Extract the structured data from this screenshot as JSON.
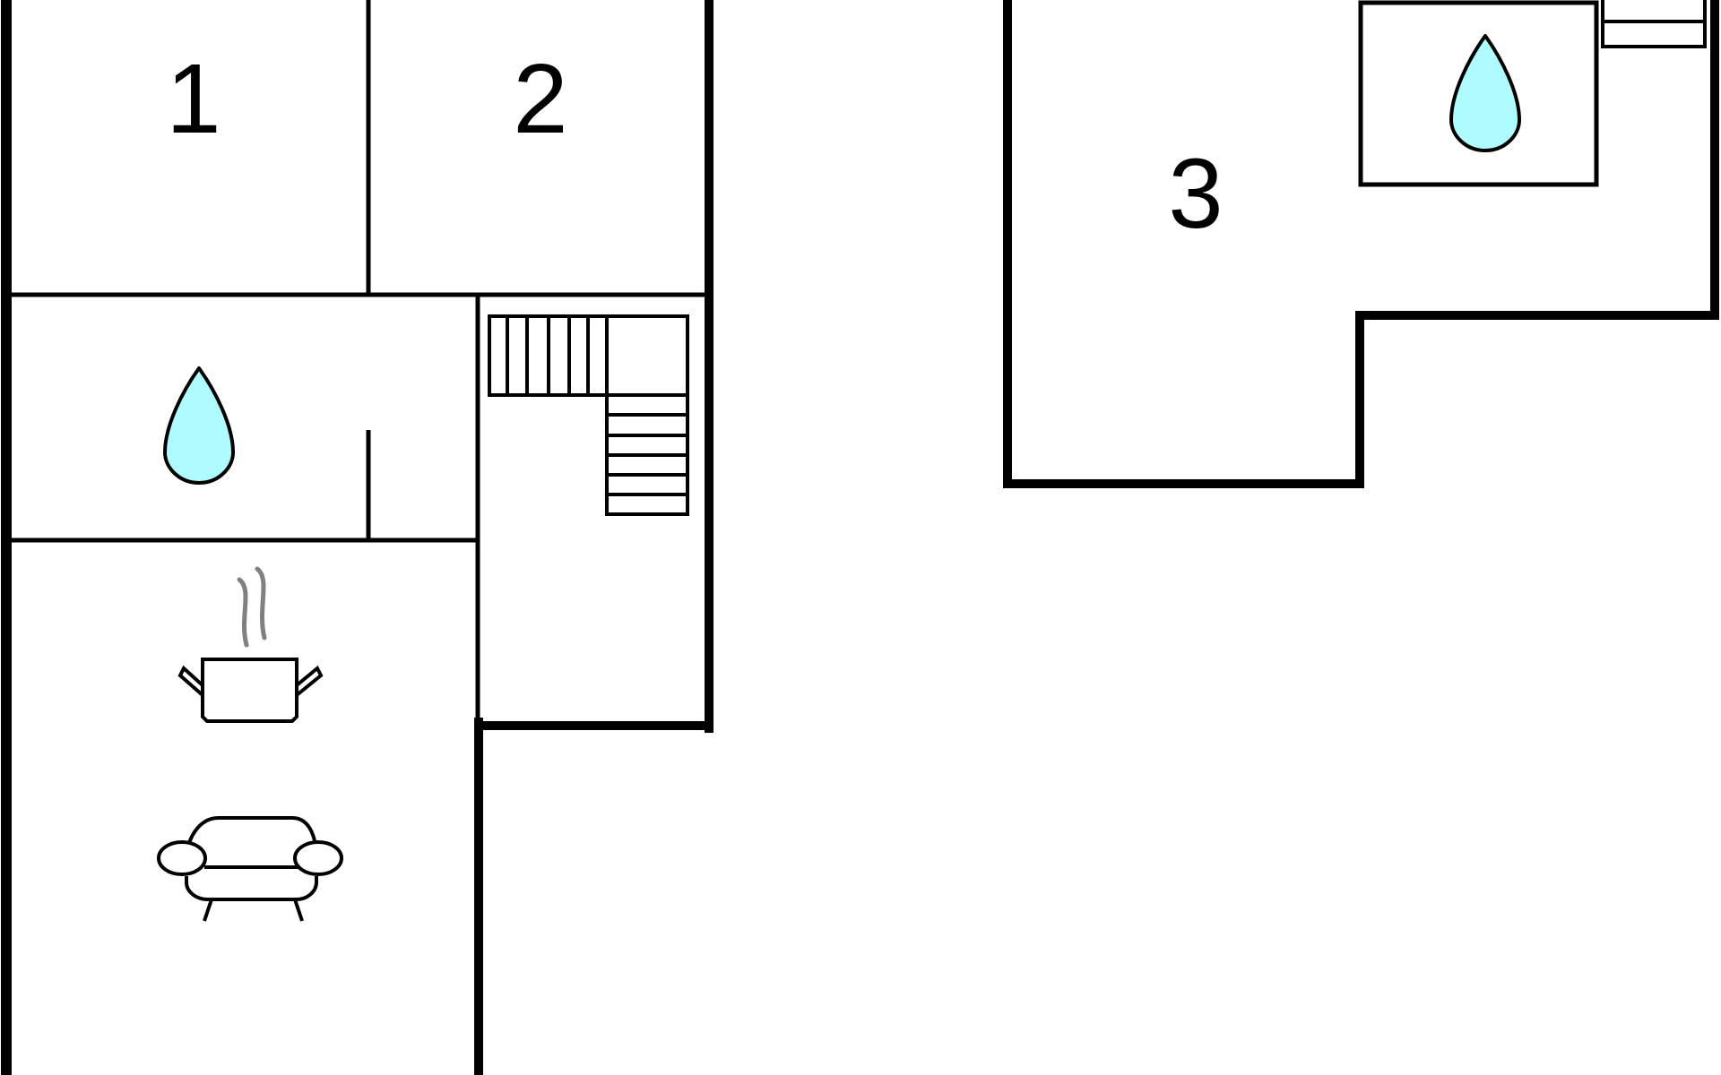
{
  "floor_plan": {
    "rooms": [
      {
        "number": "1",
        "kind": "bedroom"
      },
      {
        "number": "2",
        "kind": "bedroom"
      },
      {
        "number": "3",
        "kind": "bedroom"
      }
    ],
    "icons": [
      "water-drop-icon",
      "water-drop-icon",
      "cooking-pot-icon",
      "sofa-icon",
      "staircase-icon",
      "staircase-icon"
    ]
  },
  "colors": {
    "wall": "#000000",
    "water_fill": "#aefcff",
    "steam": "#808080",
    "background": "#ffffff"
  }
}
